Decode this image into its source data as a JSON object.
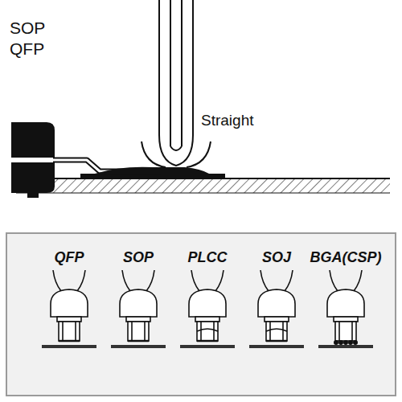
{
  "diagram": {
    "nodes": [
      {
        "text": [
          "QFP",
          "SOP",
          "PLCC",
          "SOJ",
          "BGA(CSP)"
        ]
      }
    ],
    "labels": [
      "SOP QFP",
      "Straight"
    ]
  }
}
